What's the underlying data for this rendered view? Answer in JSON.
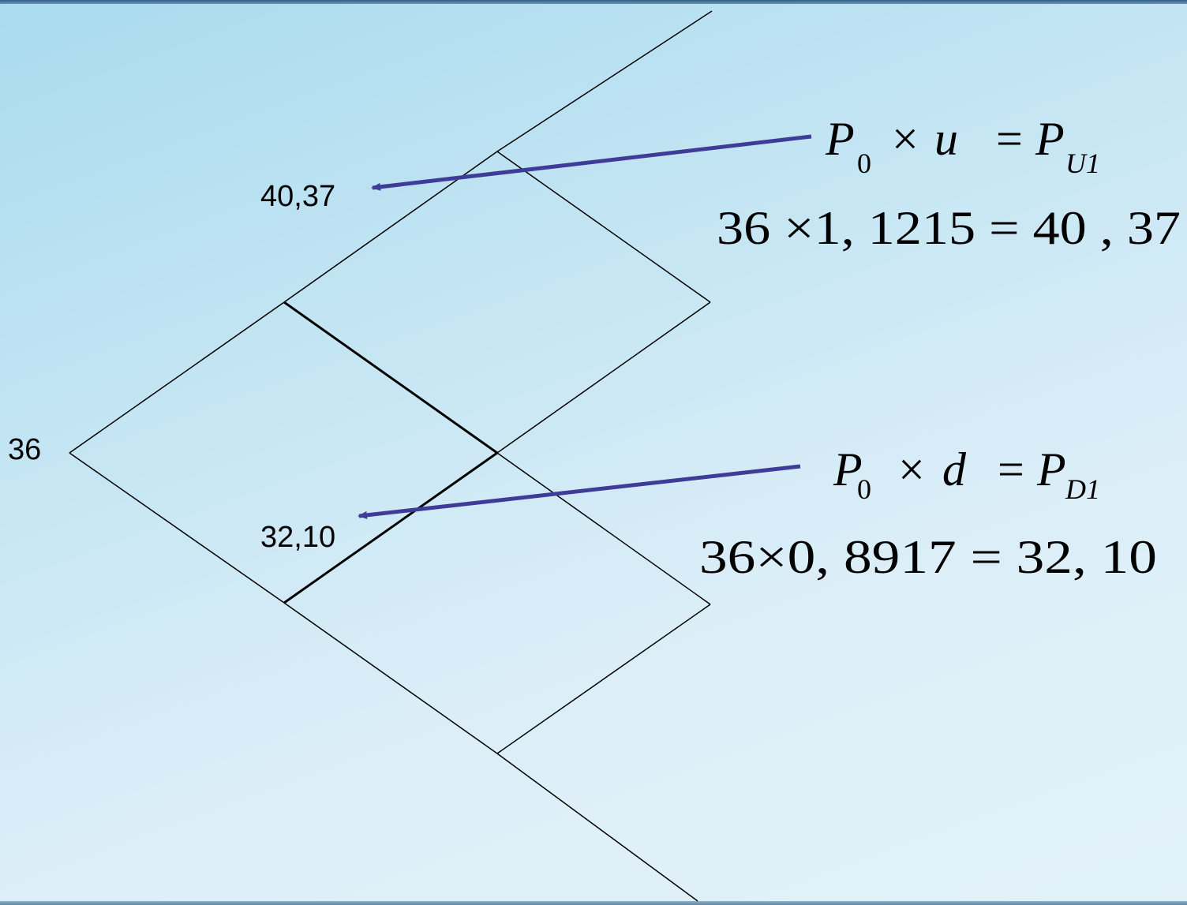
{
  "tree": {
    "root_label": "36",
    "up_label": "40,37",
    "down_label": "32,10"
  },
  "formulas": {
    "up": {
      "P": "P",
      "P_sub": "0",
      "times": "×",
      "factor": "u",
      "equals": "=",
      "result": "P",
      "result_sub": "U1",
      "calc": "36 ×1, 1215 = 40 , 37"
    },
    "down": {
      "P": "P",
      "P_sub": "0",
      "times": "×",
      "factor": "d",
      "equals": "=",
      "result": "P",
      "result_sub": "D1",
      "calc": "36×0, 8917 = 32, 10"
    }
  },
  "colors": {
    "arrow": "#3f3c97",
    "lines": "#000000"
  }
}
